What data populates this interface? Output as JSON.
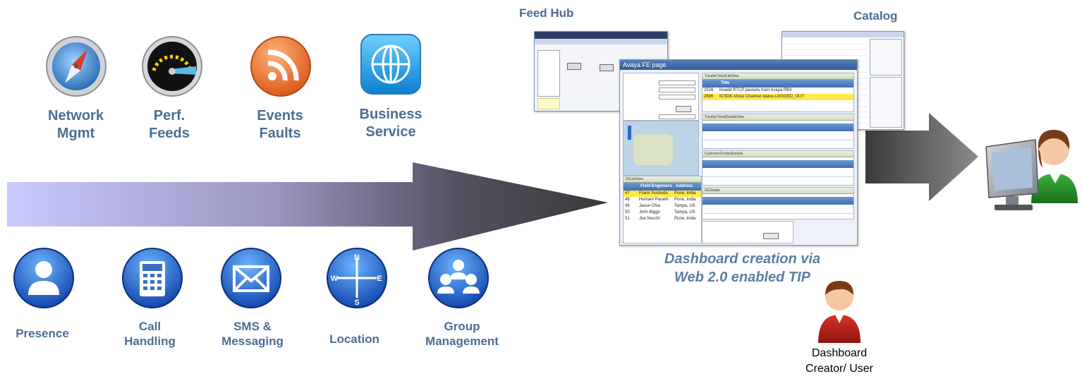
{
  "top_services": [
    {
      "label": "Network\nMgmt",
      "icon": "compass-icon"
    },
    {
      "label": "Perf.\nFeeds",
      "icon": "gauge-icon"
    },
    {
      "label": "Events\nFaults",
      "icon": "rss-feed-icon"
    },
    {
      "label": "Business\nService",
      "icon": "globe-icon"
    }
  ],
  "bottom_services": [
    {
      "label": "Presence",
      "icon": "person-icon"
    },
    {
      "label": "Call\nHandling",
      "icon": "phone-icon"
    },
    {
      "label": "SMS &\nMessaging",
      "icon": "envelope-icon"
    },
    {
      "label": "Location",
      "icon": "compass-rose-icon"
    },
    {
      "label": "Group\nManagement",
      "icon": "group-icon"
    }
  ],
  "screens": {
    "feed_hub_label": "Feed Hub",
    "catalog_label": "Catalog",
    "main_window_title": "Avaya FE page",
    "caption_line1": "Dashboard  creation  via",
    "caption_line2": "Web 2.0 enabled TIP"
  },
  "table_field_engineers": {
    "headers": [
      "Field Engineers",
      "Address"
    ],
    "rows": [
      [
        "Frank Svoboda",
        "Pune, India"
      ],
      [
        "Hemant Parakh",
        "Pune, India"
      ],
      [
        "Jason Chia",
        "Tampa, US"
      ],
      [
        "John Biggs",
        "Tampa, US"
      ],
      [
        "Joe Nocchi",
        "Pune, India"
      ]
    ],
    "ids": [
      "47",
      "48",
      "49",
      "50",
      "51"
    ]
  },
  "table_tickets": {
    "headers": [
      "Title"
    ],
    "rows": [
      [
        "2526",
        "Invalid RTCP packets from Avaya PBX"
      ],
      [
        "2596",
        "ICSDK-Voice Channel status LOGGED_OUT"
      ]
    ]
  },
  "user_caption": [
    "Dashboard",
    "Creator/ User"
  ],
  "colors": {
    "label": "#4a6e94",
    "arrow_dark": "#3a3a3a",
    "arrow_light": "#c7c9ff"
  }
}
